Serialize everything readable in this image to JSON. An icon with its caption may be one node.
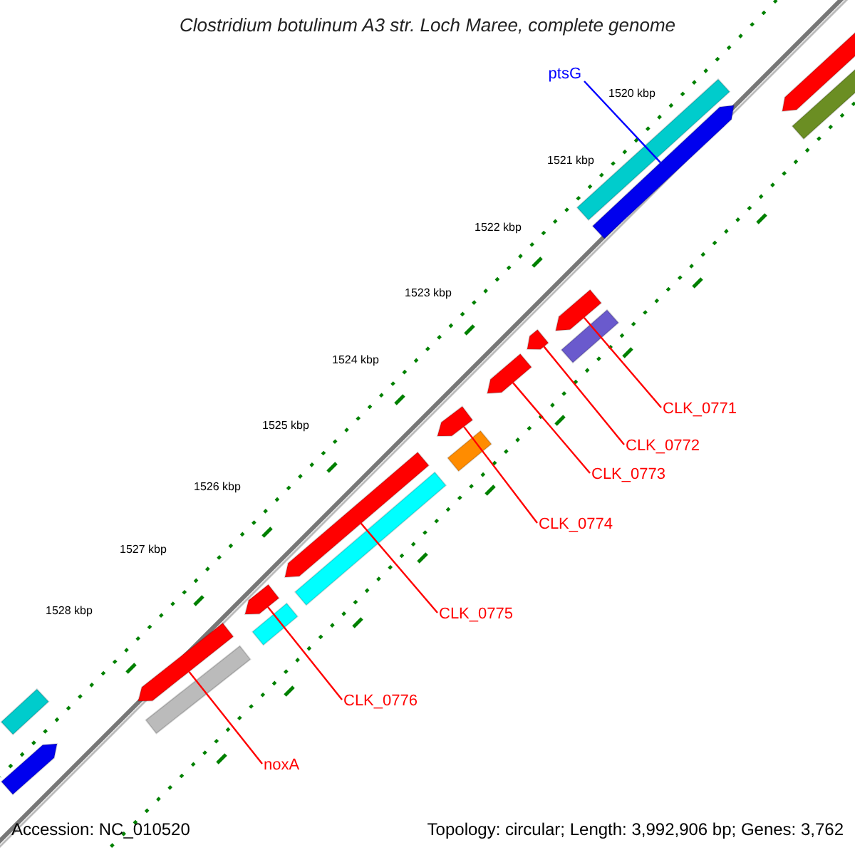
{
  "diagram": {
    "title": "Clostridium botulinum A3 str. Loch Maree, complete genome",
    "nodes": [
      {
        "text": [
          "ptsG"
        ]
      },
      {
        "text": [],
        "shape": "bar"
      },
      {
        "text": [],
        "shape": "arrow"
      },
      {
        "text": [],
        "shape": "arrow"
      },
      {
        "text": [],
        "shape": "bar"
      },
      {
        "text": [
          "CLK_0771"
        ]
      },
      {
        "text": [],
        "shape": "arrow"
      },
      {
        "text": [],
        "shape": "bar"
      },
      {
        "text": [
          "CLK_0772"
        ]
      },
      {
        "text": [],
        "shape": "arrow"
      },
      {
        "text": [],
        "shape": "arrow"
      },
      {
        "text": [
          "CLK_0773"
        ]
      },
      {
        "text": [],
        "shape": "arrow"
      },
      {
        "text": [],
        "shape": "bar"
      },
      {
        "text": [
          "CLK_0774"
        ]
      },
      {
        "text": [],
        "shape": "arrow"
      },
      {
        "text": [],
        "shape": "bar"
      },
      {
        "text": [
          "CLK_0775"
        ]
      },
      {
        "text": [],
        "shape": "arrow"
      },
      {
        "text": [],
        "shape": "bar"
      },
      {
        "text": [
          "CLK_0776"
        ]
      },
      {
        "text": [],
        "shape": "arrow"
      },
      {
        "text": [],
        "shape": "bar"
      },
      {
        "text": [
          "noxA"
        ]
      },
      {
        "text": [],
        "shape": "bar"
      },
      {
        "text": [],
        "shape": "arrow"
      }
    ],
    "edges": [
      {
        "from": 0,
        "to": 2,
        "arrow": "none",
        "color": "#0000ff"
      },
      {
        "from": 5,
        "to": 6,
        "arrow": "none"
      },
      {
        "from": 8,
        "to": 9,
        "arrow": "none"
      },
      {
        "from": 11,
        "to": 10,
        "arrow": "none"
      },
      {
        "from": 14,
        "to": 12,
        "arrow": "none"
      },
      {
        "from": 17,
        "to": 15,
        "arrow": "none"
      },
      {
        "from": 20,
        "to": 18,
        "arrow": "none"
      },
      {
        "from": 23,
        "to": 21,
        "arrow": "none"
      }
    ],
    "labels": [
      "1520 kbp",
      "1521 kbp",
      "1522 kbp",
      "1523 kbp",
      "1524 kbp",
      "1525 kbp",
      "1526 kbp",
      "1527 kbp",
      "1528 kbp",
      "Accession: NC_010520",
      "Topology: circular; Length: 3,992,906 bp; Genes: 3,762"
    ]
  }
}
